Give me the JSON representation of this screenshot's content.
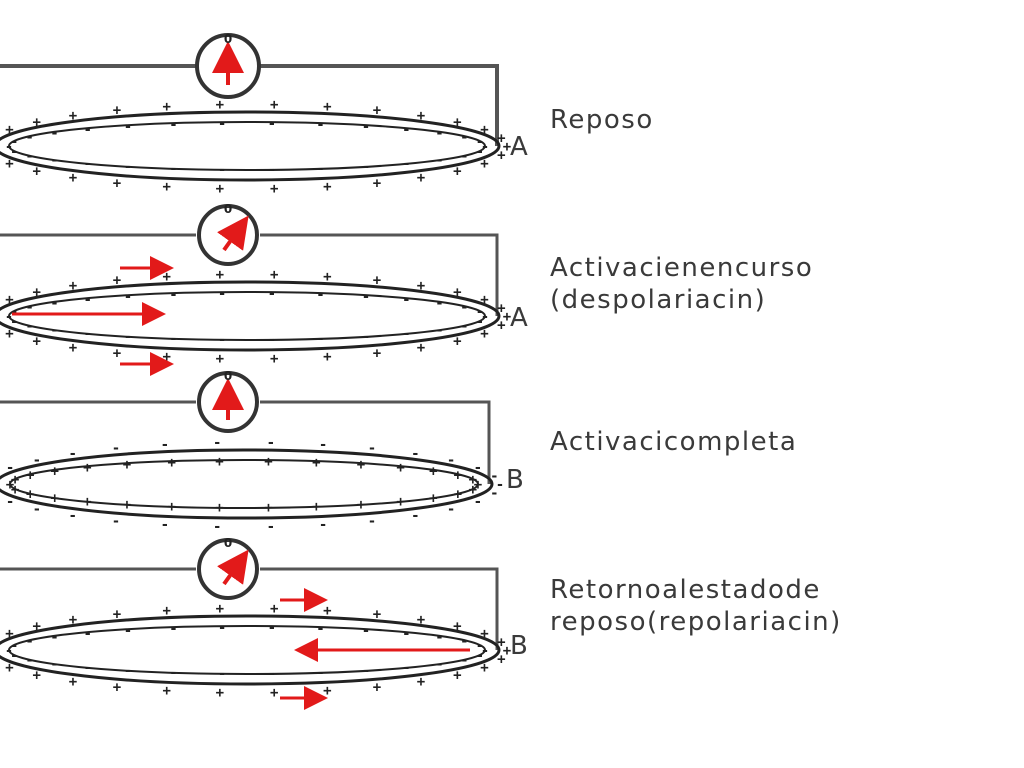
{
  "panels": [
    {
      "id": "reposo",
      "caption_lines": [
        "Reposo"
      ],
      "electrode": "A",
      "meter_zero": "0",
      "needle": "up"
    },
    {
      "id": "activacion-en-curso",
      "caption_lines": [
        "Activacienencurso",
        "(despolariacin)"
      ],
      "electrode": "A",
      "meter_zero": "0",
      "needle": "right"
    },
    {
      "id": "activacion-completa",
      "caption_lines": [
        "Activacicompleta"
      ],
      "electrode": "B",
      "meter_zero": "0",
      "needle": "up"
    },
    {
      "id": "retorno",
      "caption_lines": [
        "Retornoalestadode",
        "reposo(repolariacin)"
      ],
      "electrode": "B",
      "meter_zero": "0",
      "needle": "right"
    }
  ],
  "colors": {
    "wire": "#555555",
    "membrane": "#222222",
    "arrow": "#e21a1a",
    "text": "#3a3a3a"
  }
}
